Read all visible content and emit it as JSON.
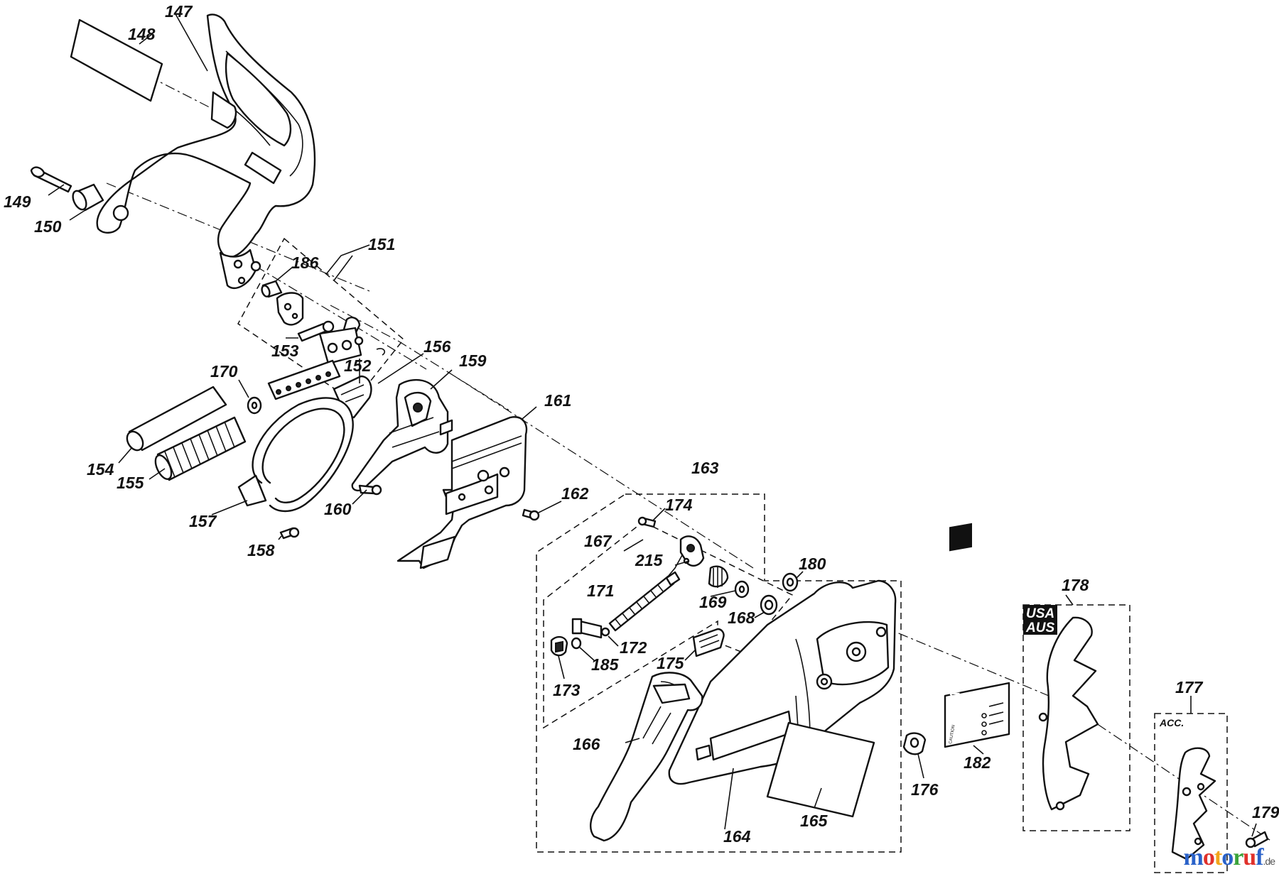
{
  "callouts": {
    "c147": "147",
    "c148": "148",
    "c149": "149",
    "c150": "150",
    "c151": "151",
    "c152": "152",
    "c153": "153",
    "c154": "154",
    "c155": "155",
    "c156": "156",
    "c157": "157",
    "c158": "158",
    "c159": "159",
    "c160": "160",
    "c161": "161",
    "c162": "162",
    "c163": "163",
    "c164": "164",
    "c165": "165",
    "c166": "166",
    "c167": "167",
    "c168": "168",
    "c169": "169",
    "c170": "170",
    "c171": "171",
    "c172": "172",
    "c173": "173",
    "c174": "174",
    "c175": "175",
    "c176": "176",
    "c177": "177",
    "c178": "178",
    "c179": "179",
    "c180": "180",
    "c182": "182",
    "c185": "185",
    "c186": "186",
    "c215": "215"
  },
  "tags": {
    "usa_aus_line1": "USA",
    "usa_aus_line2": "AUS",
    "decal_usa": "USA",
    "decal_caution": "CAUTION",
    "acc": "ACC."
  },
  "watermark": {
    "letters": [
      "m",
      "o",
      "t",
      "o",
      "r",
      "u",
      "f"
    ],
    "colors": [
      "#2a62c9",
      "#e0312b",
      "#f2a51a",
      "#2a62c9",
      "#3aa33a",
      "#e0312b",
      "#2a62c9"
    ],
    "domain": ".de"
  }
}
